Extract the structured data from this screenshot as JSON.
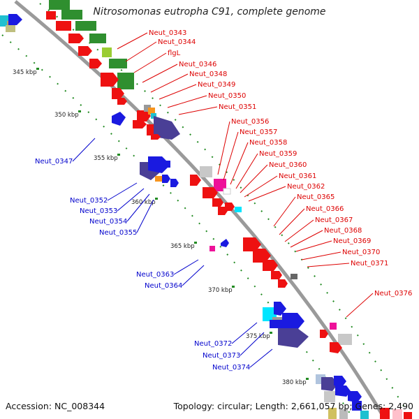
{
  "title": "Nitrosomonas eutropha C91, complete genome",
  "footer": {
    "accession": "Accession: NC_008344",
    "summary": "Topology: circular; Length: 2,661,057 bp; Genes: 2,490"
  },
  "colors": {
    "backbone": "#9a9a9a",
    "red_gene": "#ee1111",
    "green_cog": "#2f8f2f",
    "blue_gene": "#1a1ae0",
    "purple_cog": "#4a3f96",
    "tick": "#228b22",
    "label_red": "#dd0000",
    "label_blue": "#0000cc"
  },
  "kbp_ticks": [
    "345 kbp",
    "350 kbp",
    "355 kbp",
    "360 kbp",
    "365 kbp",
    "370 kbp",
    "375 kbp",
    "380 kbp"
  ],
  "right_labels": [
    "Neut_0343",
    "Neut_0344",
    "flgL",
    "Neut_0346",
    "Neut_0348",
    "Neut_0349",
    "Neut_0350",
    "Neut_0351",
    "Neut_0356",
    "Neut_0357",
    "Neut_0358",
    "Neut_0359",
    "Neut_0360",
    "Neut_0361",
    "Neut_0362",
    "Neut_0365",
    "Neut_0366",
    "Neut_0367",
    "Neut_0368",
    "Neut_0369",
    "Neut_0370",
    "Neut_0371",
    "Neut_0376"
  ],
  "left_labels": [
    "Neut_0347",
    "Neut_0352",
    "Neut_0353",
    "Neut_0354",
    "Neut_0355",
    "Neut_0363",
    "Neut_0364",
    "Neut_0372",
    "Neut_0373",
    "Neut_0374"
  ]
}
